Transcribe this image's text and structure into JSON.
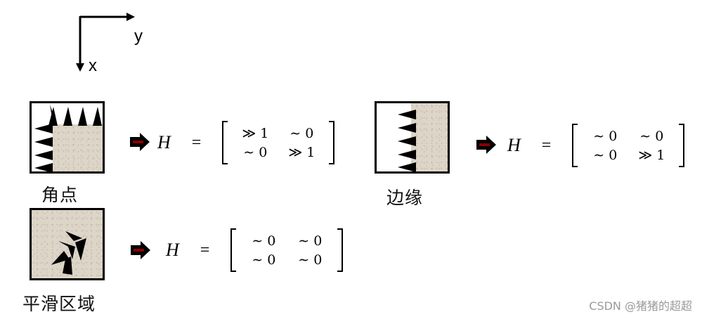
{
  "axes": {
    "x_label": "x",
    "y_label": "y"
  },
  "panels": [
    {
      "label": "角点",
      "equation": {
        "lhs": "H",
        "equals": "=",
        "matrix": [
          [
            "≫ 1",
            "∼ 0"
          ],
          [
            "∼ 0",
            "≫ 1"
          ]
        ]
      }
    },
    {
      "label": "边缘",
      "equation": {
        "lhs": "H",
        "equals": "=",
        "matrix": [
          [
            "∼ 0",
            "∼ 0"
          ],
          [
            "∼ 0",
            "≫ 1"
          ]
        ]
      }
    },
    {
      "label": "平滑区域",
      "equation": {
        "lhs": "H",
        "equals": "=",
        "matrix": [
          [
            "∼ 0",
            "∼ 0"
          ],
          [
            "∼ 0",
            "∼ 0"
          ]
        ]
      }
    }
  ],
  "colors": {
    "texture": "#ddd5c7",
    "arrow_fill": "#000000",
    "arrow_inner": "#8b0000"
  },
  "watermark": "CSDN @猪猪的超超"
}
